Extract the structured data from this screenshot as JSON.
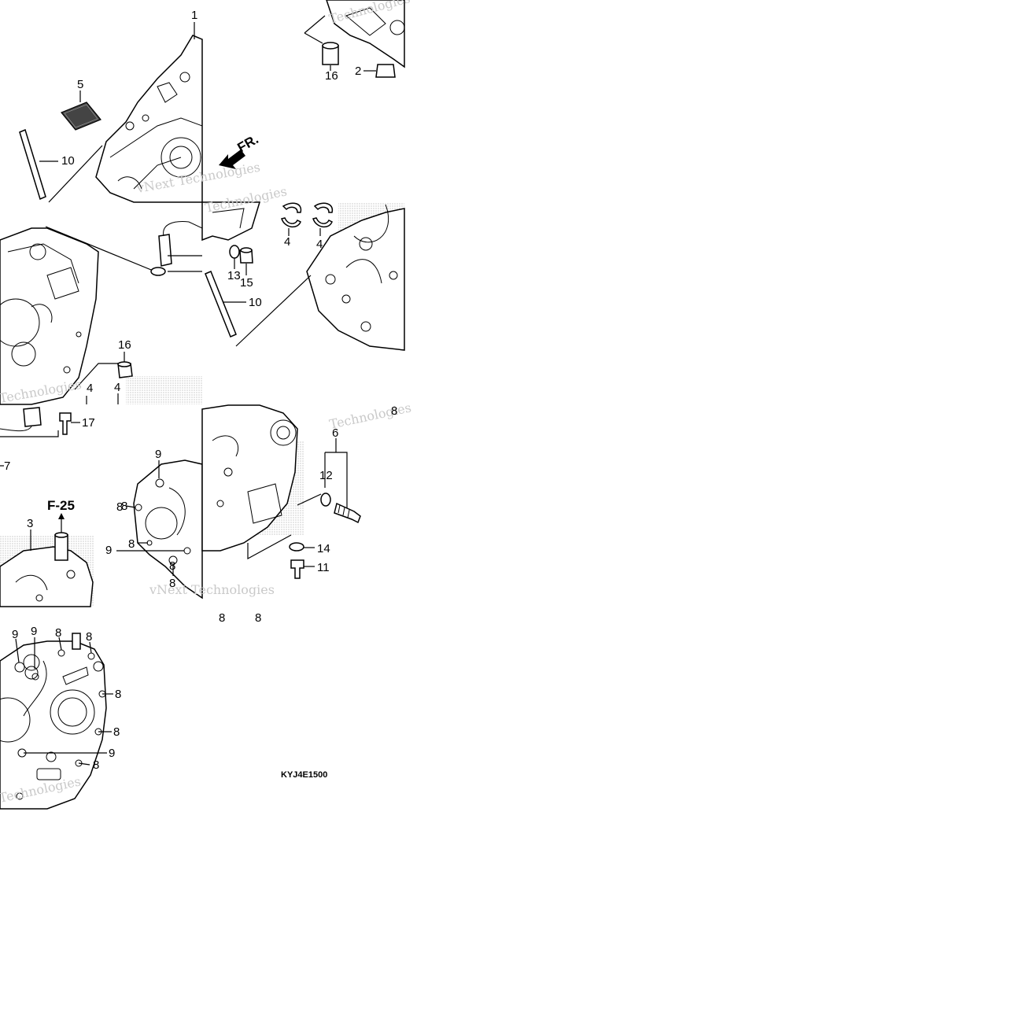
{
  "diagram_code": "KYJ4E1500",
  "reference": "F-25",
  "direction_label": "FR.",
  "watermark": {
    "line1": "vNext Technologies",
    "line2": "Technologies"
  },
  "callouts": [
    {
      "id": "c1",
      "text": "1"
    },
    {
      "id": "c2",
      "text": "2"
    },
    {
      "id": "c3",
      "text": "3"
    },
    {
      "id": "c4a",
      "text": "4"
    },
    {
      "id": "c4b",
      "text": "4"
    },
    {
      "id": "c4c",
      "text": "4"
    },
    {
      "id": "c4d",
      "text": "4"
    },
    {
      "id": "c5",
      "text": "5"
    },
    {
      "id": "c6",
      "text": "6"
    },
    {
      "id": "c7",
      "text": "7"
    },
    {
      "id": "c8a",
      "text": "8"
    },
    {
      "id": "c8b",
      "text": "8"
    },
    {
      "id": "c8c",
      "text": "8"
    },
    {
      "id": "c8d",
      "text": "8"
    },
    {
      "id": "c8e",
      "text": "8"
    },
    {
      "id": "c8f",
      "text": "8"
    },
    {
      "id": "c8g",
      "text": "8"
    },
    {
      "id": "c8h",
      "text": "8"
    },
    {
      "id": "c8i",
      "text": "8"
    },
    {
      "id": "c8j",
      "text": "8"
    },
    {
      "id": "c8k",
      "text": "8"
    },
    {
      "id": "c8l",
      "text": "8"
    },
    {
      "id": "c8m",
      "text": "8"
    },
    {
      "id": "c9a",
      "text": "9"
    },
    {
      "id": "c9b",
      "text": "9"
    },
    {
      "id": "c9c",
      "text": "9"
    },
    {
      "id": "c9d",
      "text": "9"
    },
    {
      "id": "c9e",
      "text": "9"
    },
    {
      "id": "c10a",
      "text": "10"
    },
    {
      "id": "c10b",
      "text": "10"
    },
    {
      "id": "c11",
      "text": "11"
    },
    {
      "id": "c12",
      "text": "12"
    },
    {
      "id": "c13",
      "text": "13"
    },
    {
      "id": "c14",
      "text": "14"
    },
    {
      "id": "c15",
      "text": "15"
    },
    {
      "id": "c16a",
      "text": "16"
    },
    {
      "id": "c16b",
      "text": "16"
    },
    {
      "id": "c17",
      "text": "17"
    }
  ]
}
